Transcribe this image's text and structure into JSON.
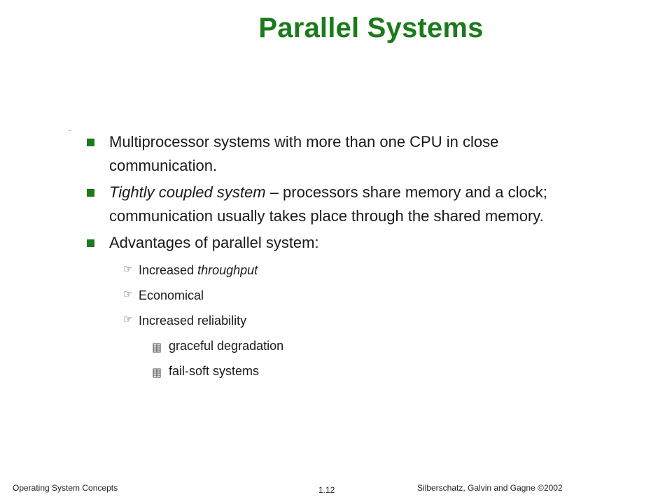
{
  "slide": {
    "title": "Parallel Systems",
    "bullets": [
      {
        "parts": [
          {
            "text": "Multiprocessor systems with more than one CPU in close communication.",
            "italic": false
          }
        ]
      },
      {
        "parts": [
          {
            "text": "Tightly coupled system",
            "italic": true
          },
          {
            "text": " – processors share memory and a clock; communication usually takes place through the shared memory.",
            "italic": false
          }
        ]
      },
      {
        "parts": [
          {
            "text": "Advantages of parallel system:",
            "italic": false
          }
        ],
        "sub": [
          {
            "parts": [
              {
                "text": "Increased ",
                "italic": false
              },
              {
                "text": "throughput",
                "italic": true
              }
            ]
          },
          {
            "parts": [
              {
                "text": "Economical",
                "italic": false
              }
            ]
          },
          {
            "parts": [
              {
                "text": "Increased reliability",
                "italic": false
              }
            ],
            "sub": [
              {
                "text": "graceful degradation"
              },
              {
                "text": "fail-soft systems"
              }
            ]
          }
        ]
      }
    ]
  },
  "footer": {
    "left": "Operating System Concepts",
    "center": "1.12",
    "right": "Silberschatz, Galvin and  Gagne ©2002"
  },
  "colors": {
    "title": "#1c7a1c",
    "bullet": "#1c7a1c"
  },
  "icons": {
    "level1": "square-bullet-icon",
    "level2": "pointing-hand-icon",
    "level3": "building-icon"
  }
}
